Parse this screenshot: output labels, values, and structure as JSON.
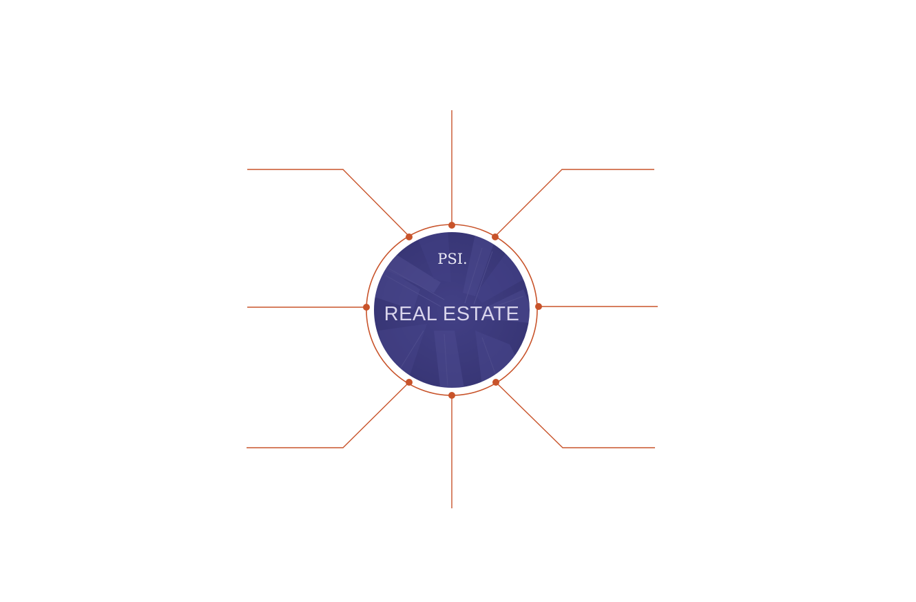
{
  "hub": {
    "title": "REAL ESTATE",
    "logo_text": "PSI."
  },
  "colors": {
    "accent": "#c8532a",
    "hub_fill": "#3a3878",
    "hub_fill_light": "#4a4891",
    "label_text": "#d9d5ec",
    "background": "#ffffff"
  },
  "connectors": [
    {
      "id": "top"
    },
    {
      "id": "top-right"
    },
    {
      "id": "right"
    },
    {
      "id": "bottom-right"
    },
    {
      "id": "bottom"
    },
    {
      "id": "bottom-left"
    },
    {
      "id": "left"
    },
    {
      "id": "top-left"
    }
  ]
}
